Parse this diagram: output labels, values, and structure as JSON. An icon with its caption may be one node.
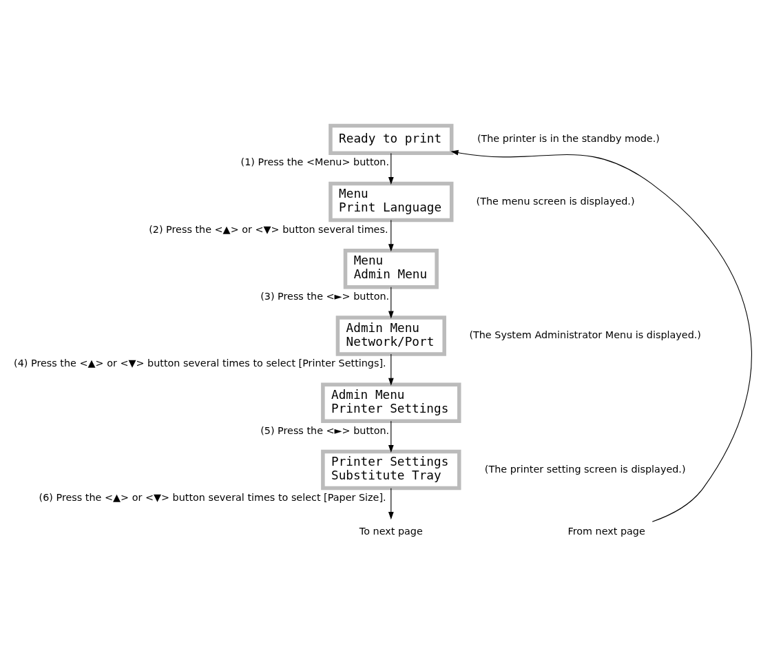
{
  "diagram": {
    "nodes": [
      {
        "text": [
          "Ready to print"
        ],
        "beside": [
          "(The printer is in the standby mode.)"
        ]
      },
      {
        "text": [
          "Menu",
          "Print Language"
        ],
        "beside": [
          "(The menu screen is displayed.)"
        ]
      },
      {
        "text": [
          "Menu",
          "Admin Menu"
        ]
      },
      {
        "text": [
          "Admin Menu",
          "Network/Port"
        ],
        "beside": [
          "(The System Administrator Menu is displayed.)"
        ]
      },
      {
        "text": [
          "Admin Menu",
          "Printer Settings"
        ]
      },
      {
        "text": [
          "Printer Settings",
          "Substitute Tray"
        ],
        "beside": [
          "(The printer setting screen is displayed.)"
        ]
      },
      {
        "text": [
          "From next page"
        ]
      },
      {
        "text": [
          "To next page"
        ]
      }
    ],
    "edges": [
      {
        "from": 0,
        "to": 1,
        "arrow": "to",
        "label": "(1) Press the <Menu> button."
      },
      {
        "from": 1,
        "to": 2,
        "arrow": "to",
        "label": "(2) Press the <▲> or <▼> button several times."
      },
      {
        "from": 2,
        "to": 3,
        "arrow": "to",
        "label": "(3) Press the <►> button."
      },
      {
        "from": 3,
        "to": 4,
        "arrow": "to",
        "label": "(4) Press the <▲> or <▼> button several times to select [Printer Settings]."
      },
      {
        "from": 4,
        "to": 5,
        "arrow": "to",
        "label": "(5) Press the <►> button."
      },
      {
        "from": 5,
        "to": 7,
        "arrow": "to",
        "label": "(6) Press the <▲> or <▼> button several times to select [Paper Size]."
      },
      {
        "from": 6,
        "to": 0,
        "arrow": "to"
      }
    ]
  }
}
